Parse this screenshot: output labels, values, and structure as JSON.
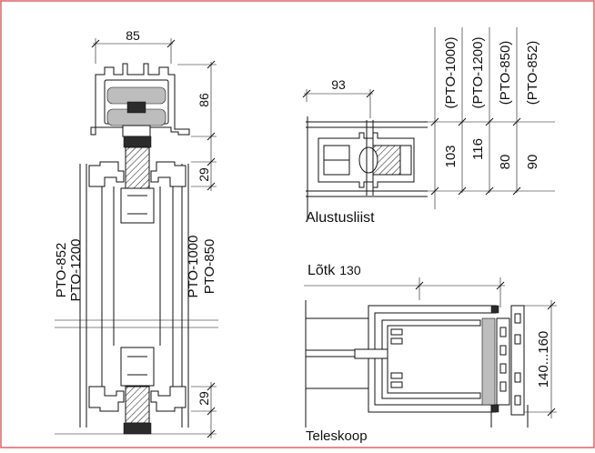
{
  "colors": {
    "border": "#e0606a",
    "ink": "#111111"
  },
  "left_section": {
    "width_dim": "85",
    "height_dims": [
      "86",
      "29",
      "29"
    ],
    "labels_left": [
      "PTO-852",
      "PTO-1200"
    ],
    "labels_right": [
      "PTO-1000",
      "PTO-850"
    ]
  },
  "base_detail": {
    "dim_93": "93",
    "columns": [
      "(PTO-1000)",
      "(PTO-1200)",
      "(PTO-850)",
      "(PTO-852)"
    ],
    "values": [
      "103",
      "116",
      "80",
      "90"
    ],
    "caption": "Alustusliist"
  },
  "telescope_detail": {
    "recess_label": "Lõtk",
    "recess_value": "130",
    "range_dim": "140...160",
    "caption": "Teleskoop"
  }
}
